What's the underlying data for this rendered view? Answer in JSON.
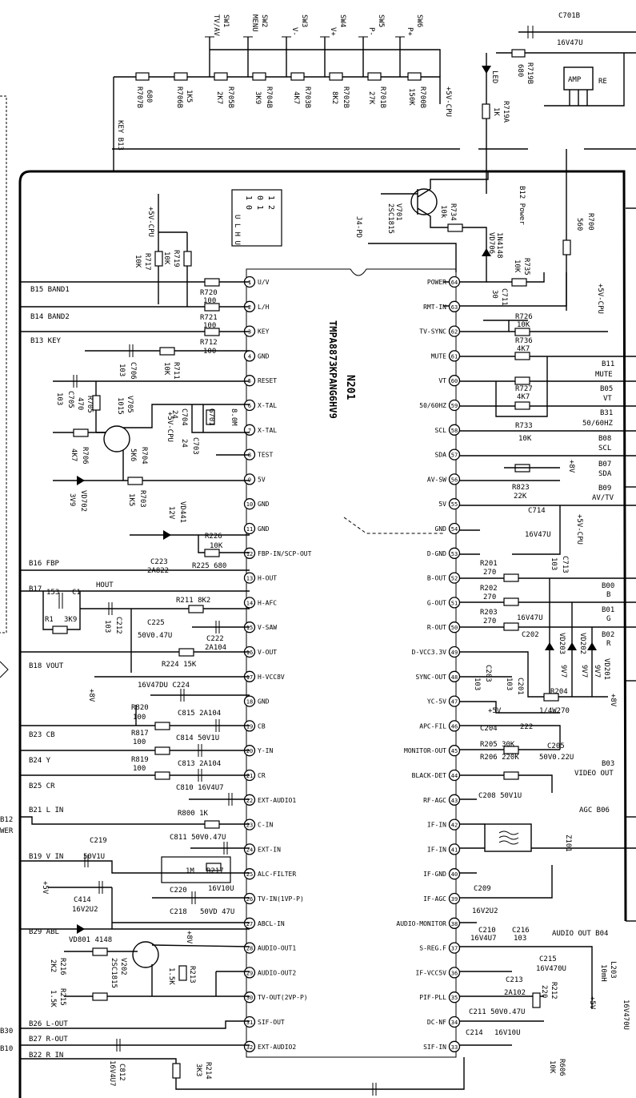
{
  "chip": {
    "ref": "N201",
    "part": "TMPA8873KPANG6HV9",
    "left_pins": [
      {
        "n": "1",
        "name": "U/V"
      },
      {
        "n": "2",
        "name": "L/H"
      },
      {
        "n": "3",
        "name": "KEY"
      },
      {
        "n": "4",
        "name": "GND"
      },
      {
        "n": "5",
        "name": "RESET"
      },
      {
        "n": "6",
        "name": "X-TAL"
      },
      {
        "n": "7",
        "name": "X-TAL"
      },
      {
        "n": "8",
        "name": "TEST"
      },
      {
        "n": "9",
        "name": "5V"
      },
      {
        "n": "10",
        "name": "GND"
      },
      {
        "n": "11",
        "name": "GND"
      },
      {
        "n": "12",
        "name": "FBP-IN/SCP-OUT"
      },
      {
        "n": "13",
        "name": "H-OUT"
      },
      {
        "n": "14",
        "name": "H-AFC"
      },
      {
        "n": "15",
        "name": "V-SAW"
      },
      {
        "n": "16",
        "name": "V-OUT"
      },
      {
        "n": "17",
        "name": "H-VCC8V"
      },
      {
        "n": "18",
        "name": "GND"
      },
      {
        "n": "19",
        "name": "CB"
      },
      {
        "n": "20",
        "name": "Y-IN"
      },
      {
        "n": "21",
        "name": "CR"
      },
      {
        "n": "22",
        "name": "EXT-AUDIO1"
      },
      {
        "n": "23",
        "name": "C-IN"
      },
      {
        "n": "24",
        "name": "EXT-IN"
      },
      {
        "n": "25",
        "name": "ALC-FILTER"
      },
      {
        "n": "26",
        "name": "TV-IN(1VP-P)"
      },
      {
        "n": "27",
        "name": "ABCL-IN"
      },
      {
        "n": "28",
        "name": "AUDIO-OUT1"
      },
      {
        "n": "29",
        "name": "AUDIO-OUT2"
      },
      {
        "n": "30",
        "name": "TV-OUT(2VP-P)"
      },
      {
        "n": "31",
        "name": "SIF-OUT"
      },
      {
        "n": "32",
        "name": "EXT-AUDIO2"
      }
    ],
    "right_pins": [
      {
        "n": "64",
        "name": "POWER"
      },
      {
        "n": "63",
        "name": "RMT-IN"
      },
      {
        "n": "62",
        "name": "TV-SYNC"
      },
      {
        "n": "61",
        "name": "MUTE"
      },
      {
        "n": "60",
        "name": "VT"
      },
      {
        "n": "59",
        "name": "50/60HZ"
      },
      {
        "n": "58",
        "name": "SCL"
      },
      {
        "n": "57",
        "name": "SDA"
      },
      {
        "n": "56",
        "name": "AV-SW"
      },
      {
        "n": "55",
        "name": "5V"
      },
      {
        "n": "54",
        "name": "GND"
      },
      {
        "n": "53",
        "name": "D-GND"
      },
      {
        "n": "52",
        "name": "B-OUT"
      },
      {
        "n": "51",
        "name": "G-OUT"
      },
      {
        "n": "50",
        "name": "R-OUT"
      },
      {
        "n": "49",
        "name": "D-VCC3.3V"
      },
      {
        "n": "48",
        "name": "SYNC-OUT"
      },
      {
        "n": "47",
        "name": "YC-5V"
      },
      {
        "n": "46",
        "name": "APC-FIL"
      },
      {
        "n": "45",
        "name": "MONITOR-OUT"
      },
      {
        "n": "44",
        "name": "BLACK-DET"
      },
      {
        "n": "43",
        "name": "RF-AGC"
      },
      {
        "n": "42",
        "name": "IF-IN"
      },
      {
        "n": "41",
        "name": "IF-IN"
      },
      {
        "n": "40",
        "name": "IF-GND"
      },
      {
        "n": "39",
        "name": "IF-AGC"
      },
      {
        "n": "38",
        "name": "AUDIO-MONITOR"
      },
      {
        "n": "37",
        "name": "S-REG.F"
      },
      {
        "n": "36",
        "name": "IF-VCC5V"
      },
      {
        "n": "35",
        "name": "PIF-PLL"
      },
      {
        "n": "34",
        "name": "DC-NF"
      },
      {
        "n": "33",
        "name": "SIF-IN"
      }
    ]
  },
  "truth_table": {
    "rows": [
      "1   2",
      "0   1",
      "1   0"
    ],
    "foot": "U  L\nH  U"
  },
  "keys": {
    "switches": [
      {
        "name": "TV/AV",
        "ref": "SW1"
      },
      {
        "name": "MENU",
        "ref": "SW2"
      },
      {
        "name": "V-",
        "ref": "SW3"
      },
      {
        "name": "V+",
        "ref": "SW4"
      },
      {
        "name": "P-",
        "ref": "SW5"
      },
      {
        "name": "P+",
        "ref": "SW6"
      }
    ],
    "resistors": [
      {
        "ref": "R707B",
        "val": "680"
      },
      {
        "ref": "R706B",
        "val": "1K5"
      },
      {
        "ref": "R705B",
        "val": "2K7"
      },
      {
        "ref": "R704B",
        "val": "3K9"
      },
      {
        "ref": "R703B",
        "val": "4K7"
      },
      {
        "ref": "R702B",
        "val": "8K2"
      },
      {
        "ref": "R701B",
        "val": "27K"
      },
      {
        "ref": "R700B",
        "val": "150K"
      }
    ],
    "supply": "+5V-CPU",
    "net": "KEY  B13"
  },
  "top_right": {
    "cap_ref": "C701B",
    "cap_val": "16V47U",
    "led": "LED",
    "r719b_ref": "R719B",
    "r719b_val": "680",
    "r719a_ref": "R719A",
    "r719a_val": "1K",
    "amp": "AMP",
    "re": "RE",
    "power_net": "B12\nPower",
    "r700_ref": "R700",
    "r700_val": "560"
  },
  "upper": {
    "v701_ref": "V701",
    "v701_part": "2SC1815",
    "j4": "J4-PD",
    "r734_ref": "R734",
    "r734_val": "10k",
    "vd706_ref": "VD706",
    "vd706_part": "1N4148",
    "r735_ref": "R735",
    "r735_val": "10K",
    "c711_ref": "C711",
    "c711_val": "30",
    "cpu_supply": "+5V-CPU"
  },
  "left_nets": {
    "b15": "B15  BAND1",
    "b14": "B14  BAND2",
    "b13": "B13  KEY",
    "r720": "R720",
    "r720v": "100",
    "r721": "R721",
    "r721v": "100",
    "r712": "R712",
    "r712v": "100",
    "r717": "R717",
    "r717v": "10K",
    "r719": "R719",
    "r719v": "10K",
    "c706": "C706",
    "c706v": "103",
    "r711": "R711",
    "r711v": "10K",
    "c705": "C705",
    "c705v": "103",
    "r705": "R705",
    "r705v": "470",
    "v705": "V705",
    "v705p": "1015",
    "r706": "R706",
    "r706v": "4K7",
    "r704": "R704",
    "r704v": "5K6",
    "r703": "R703",
    "r703v": "1K5",
    "vd702": "VD702",
    "vd702v": "3V9",
    "c704": "C704",
    "c704v": "24",
    "c703": "C703",
    "c703v": "24",
    "g701": "G701",
    "g701v": "8.0M",
    "vd441": "VD441",
    "vd441v": "12V",
    "r226": "R226",
    "r226v": "10K",
    "b16": "B16  FBP",
    "c223": "C223",
    "c223v": "2A822",
    "r225": "R225  680",
    "b17": "B17",
    "hout": "HOUT",
    "c1": "C1",
    "c1v": "153",
    "r1": "R1",
    "r1v": "3K9",
    "r211": "R211  8K2",
    "c212": "C212",
    "c212v": "103",
    "c225": "C225",
    "c225v": "50V0.47U",
    "c222": "C222",
    "c222v": "2A104",
    "b18": "B18  VOUT",
    "r224": "R224  15K",
    "c224": "16V47DU  C224",
    "p8v": "+8V",
    "r820": "R820",
    "r820v": "100",
    "c815": "C815  2A104",
    "b23": "B23  CB",
    "r817": "R817",
    "r817v": "100",
    "c814": "C814   50V1U",
    "b24": "B24  Y",
    "r819": "R819",
    "r819v": "100",
    "c813": "C813  2A104",
    "b25": "B25  CR",
    "c810": "C810     16V4U7",
    "b21": "B21  L IN",
    "r800": "R800      1K",
    "c811": "C811    50V0.47U",
    "c219": "C219",
    "b19": "B19  V IN",
    "c50v1u": "50V1U",
    "c414": "C414",
    "c414v": "16V2U2",
    "p5v": "+5V",
    "r217": "R217",
    "r217v": "1M",
    "c220": "C220",
    "c220v": "16V10U",
    "c218": "C218",
    "c218v": "50VD 47U",
    "b29": "B29  ABL",
    "vd801": "VD801 4148",
    "v202": "V202",
    "v202p": "2SC1815",
    "r216": "R216",
    "r216v": "2K2",
    "r215": "R215",
    "r215v": "1.5K",
    "r213": "R213",
    "r213v": "1.5K",
    "b26": "B26  L-OUT",
    "b27": "B27  R-OUT",
    "b22": "B22  R IN",
    "c812": "C812",
    "c812v": "16V4U7",
    "r214": "R214",
    "r214v": "3K3"
  },
  "right_nets": {
    "rmt_supply": "+5V-CPU",
    "r726": "R726",
    "r726v": "10K",
    "r736": "R736",
    "r736v": "4K7",
    "b11": "B11",
    "mute": "MUTE",
    "r727": "R727",
    "r727v": "4K7",
    "b05": "B05",
    "vt": "VT",
    "r733": "R733",
    "r733v": "10K",
    "b31": "B31",
    "hz": "50/60HZ",
    "b08": "B08",
    "scl": "SCL",
    "p8v": "+8V",
    "b07": "B07",
    "sda": "SDA",
    "r823": "R823",
    "r823v": "22K",
    "b09": "B09",
    "avtv": "AV/TV",
    "c714": "C714",
    "c714v": "16V47U",
    "c713": "C713",
    "c713v": "103",
    "cpu2": "+5V-CPU",
    "r201": "R201",
    "r201v": "270",
    "r202": "R202",
    "r202v": "270",
    "r203": "R203",
    "r203v": "270",
    "b00": "B00",
    "b": "B",
    "b01": "B01",
    "g": "G",
    "b02": "B02",
    "r": "R",
    "cap16": "16V47U",
    "c202": "C202",
    "vd203": "VD203",
    "vd202": "VD202",
    "vd201": "VD201",
    "v9v7": "9V7",
    "c203": "C203",
    "c203v": "103",
    "c201": "C201",
    "c201v": "103",
    "r204": "R204",
    "r204v": "1/4W270",
    "p8v2": "+8V",
    "p5v": "+5V",
    "c204": "C204",
    "c204v": "222",
    "c205": "C205",
    "r205": "R205   30K",
    "r206": "R206   220K",
    "c0u22": "50V0.22U",
    "b03": "B03",
    "vout": "VIDEO OUT",
    "c208": "C208   50V1U",
    "agc": "AGC  B06",
    "z101": "Z101",
    "c209": "C209",
    "c209v": "16V2U2",
    "audio_out": "AUDIO OUT  B04",
    "c210": "C210",
    "c210v": "16V4U7",
    "c216": "C216",
    "c216v": "103",
    "c215": "C215",
    "c215v": "16V470U",
    "l203": "L203",
    "l203v": "10mH",
    "c213": "C213",
    "c2a102": "2A102",
    "r212": "R212",
    "r212v": "220",
    "c211": "C211  50V0.47U",
    "c214": "C214",
    "c214v": "16V10U",
    "p5v2": "+5V",
    "c16v470u": "16V470U",
    "r606": "R606",
    "r606v": "10K"
  },
  "edge_labels": {
    "b12": "B12",
    "wer": "WER",
    "b30": "B30",
    "b10": "B10"
  }
}
